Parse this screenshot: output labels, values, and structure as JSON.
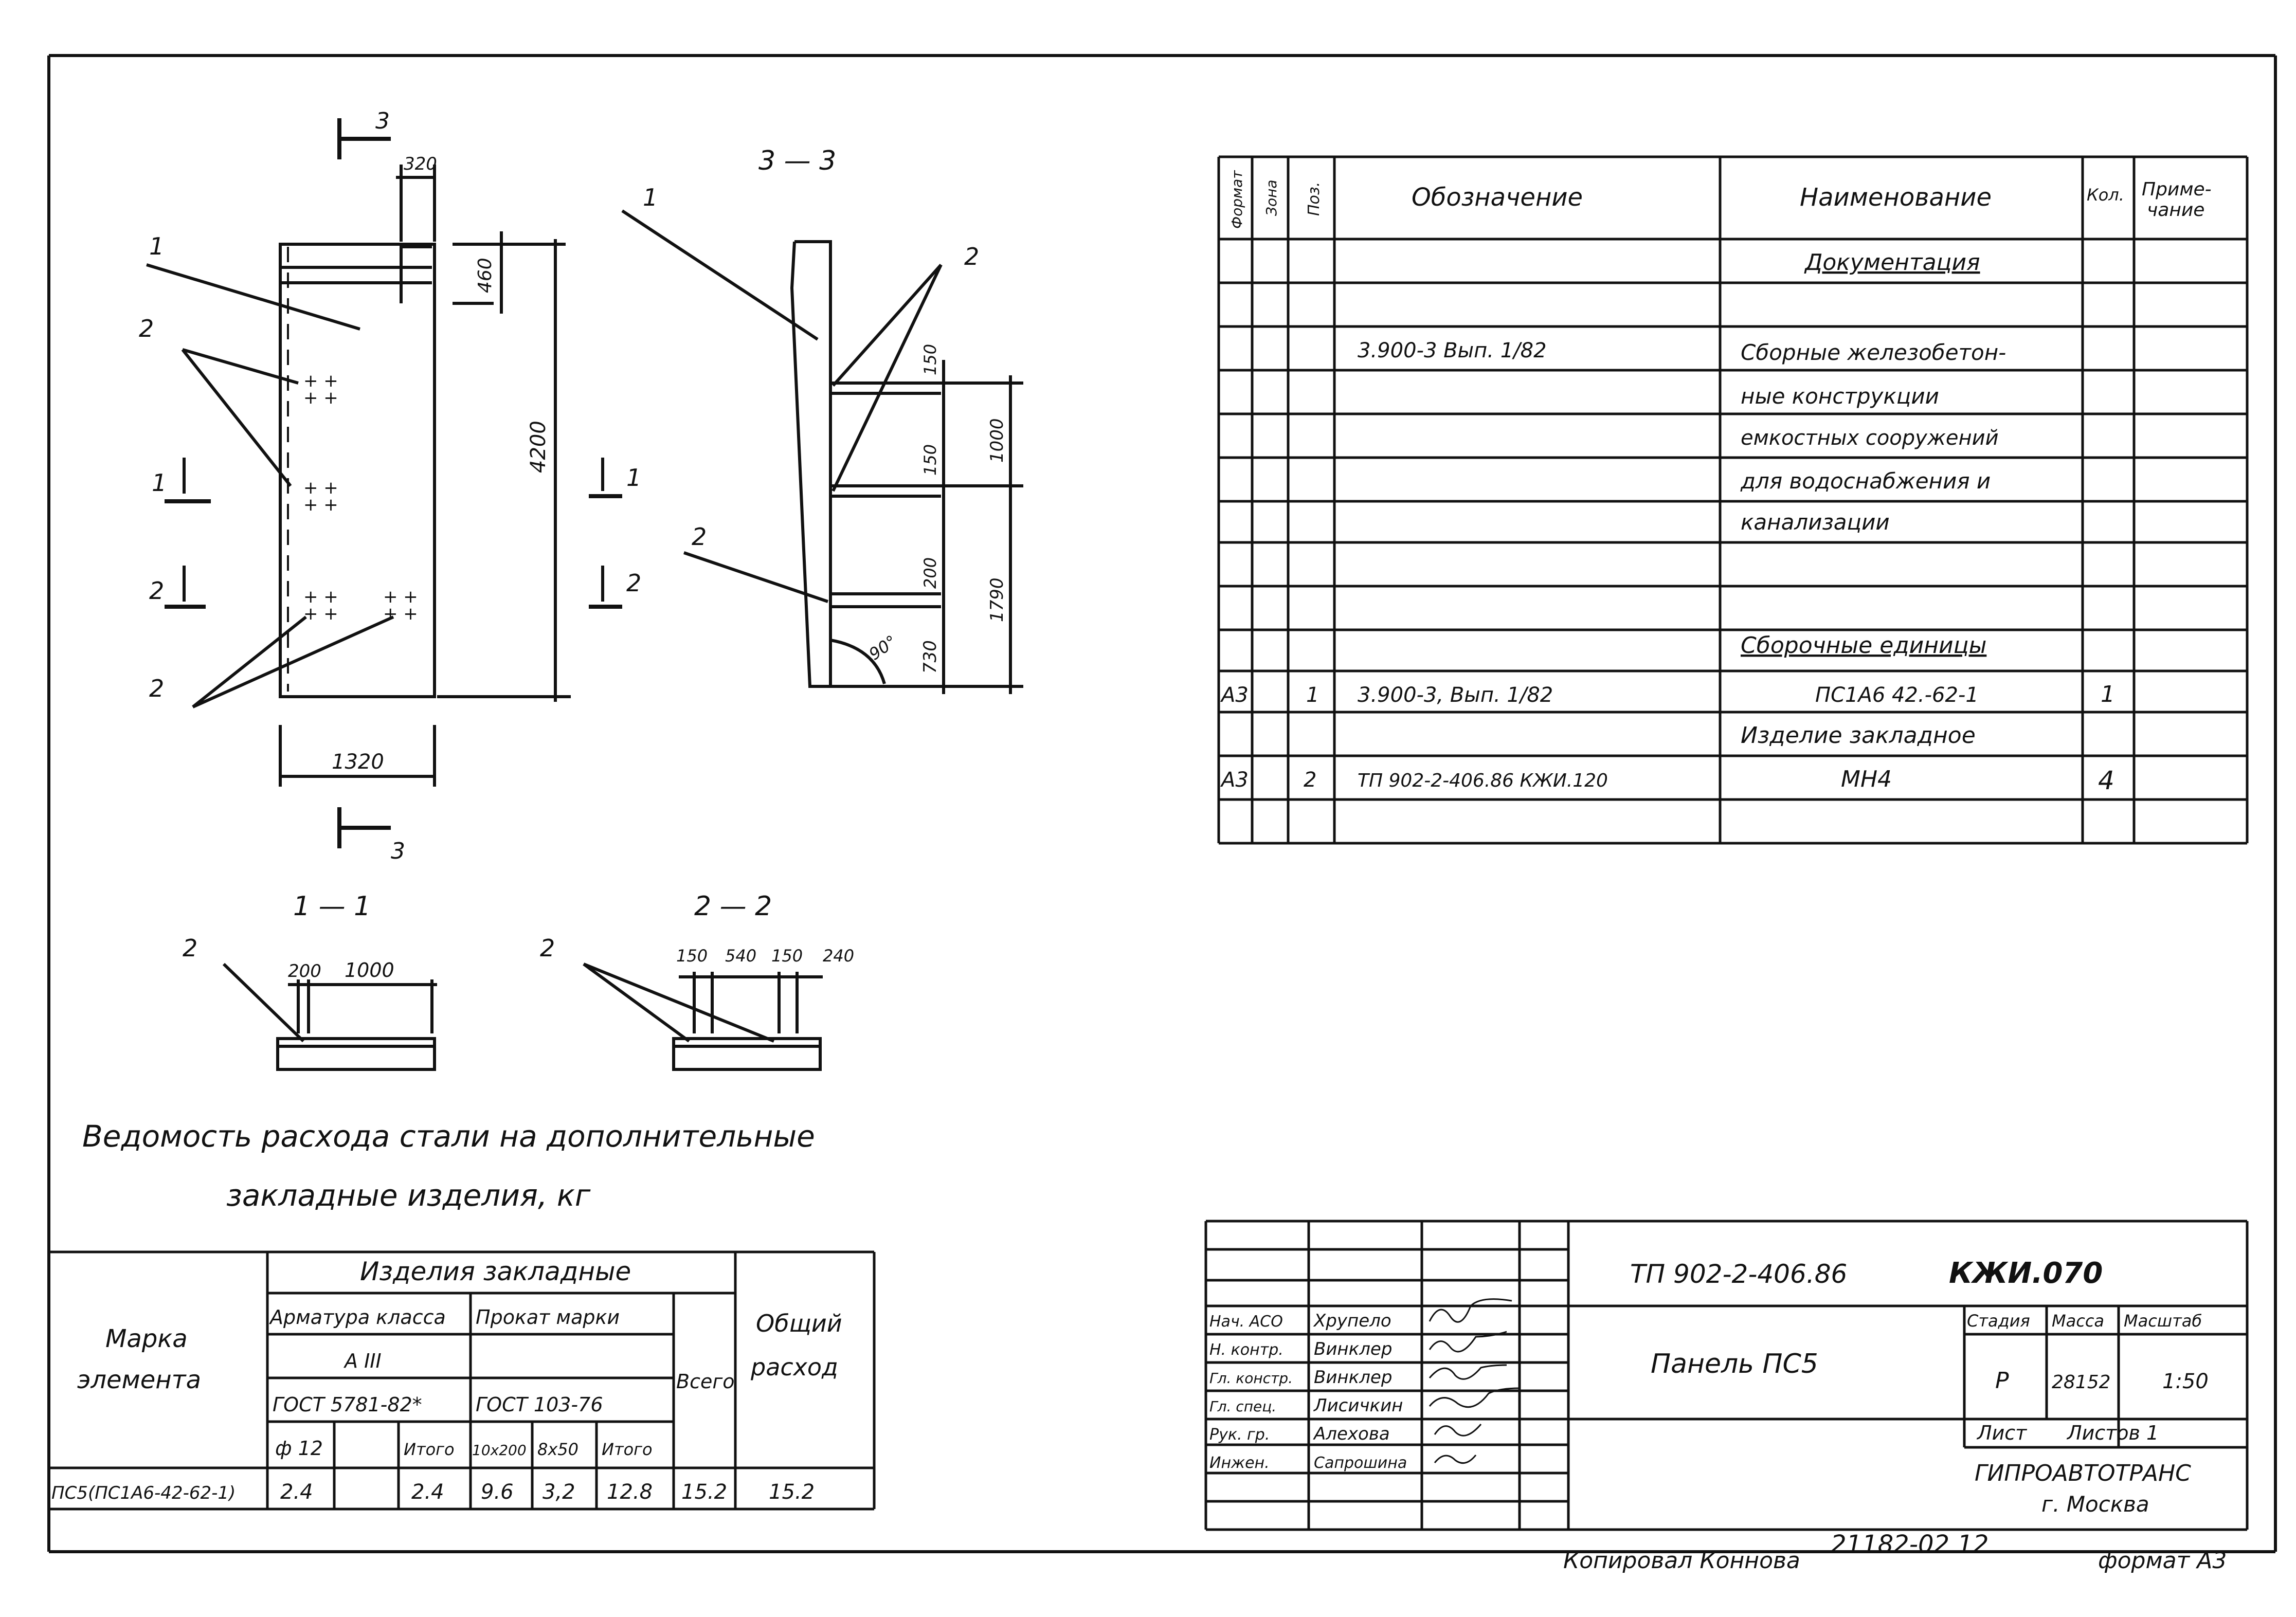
{
  "drawing": {
    "section_mark": "3",
    "section_3_title": "3 — 3",
    "section_1_title": "1 — 1",
    "section_2_title": "2 — 2",
    "dims_front": {
      "top_w": "320",
      "top_h": "460",
      "height": "4200",
      "width": "1320"
    },
    "dims_side": {
      "d1": "150",
      "d2": "150",
      "d3": "200",
      "d4": "1000",
      "d5": "730",
      "d6": "1790",
      "angle": "90°"
    },
    "dims_s1": {
      "a": "200",
      "b": "1000"
    },
    "dims_s2": {
      "a": "150",
      "b": "540",
      "c": "150",
      "d": "240"
    },
    "labels": {
      "p1": "1",
      "p2": "2",
      "cut1": "1",
      "cut2": "2"
    }
  },
  "spec": {
    "headers": {
      "format": "Формат",
      "zone": "Зона",
      "pos": "Поз.",
      "designation": "Обозначение",
      "name": "Наименование",
      "qty": "Кол.",
      "note": "Приме-\nчание"
    },
    "rows": [
      {
        "format": "",
        "zone": "",
        "pos": "",
        "designation": "",
        "name": "Документация",
        "qty": "",
        "note": ""
      },
      {
        "format": "",
        "zone": "",
        "pos": "",
        "designation": "",
        "name": "",
        "qty": "",
        "note": ""
      },
      {
        "format": "",
        "zone": "",
        "pos": "",
        "designation": "3.900-3 Вып. 1/82",
        "name": "Сборные железобетон-",
        "qty": "",
        "note": ""
      },
      {
        "format": "",
        "zone": "",
        "pos": "",
        "designation": "",
        "name": "ные конструкции",
        "qty": "",
        "note": ""
      },
      {
        "format": "",
        "zone": "",
        "pos": "",
        "designation": "",
        "name": "емкостных сооружений",
        "qty": "",
        "note": ""
      },
      {
        "format": "",
        "zone": "",
        "pos": "",
        "designation": "",
        "name": "для водоснабжения и",
        "qty": "",
        "note": ""
      },
      {
        "format": "",
        "zone": "",
        "pos": "",
        "designation": "",
        "name": "канализации",
        "qty": "",
        "note": ""
      },
      {
        "format": "",
        "zone": "",
        "pos": "",
        "designation": "",
        "name": "",
        "qty": "",
        "note": ""
      },
      {
        "format": "",
        "zone": "",
        "pos": "",
        "designation": "",
        "name": "",
        "qty": "",
        "note": ""
      },
      {
        "format": "",
        "zone": "",
        "pos": "",
        "designation": "",
        "name": "Сборочные единицы",
        "qty": "",
        "note": ""
      },
      {
        "format": "А3",
        "zone": "",
        "pos": "1",
        "designation": "3.900-3, Вып. 1/82",
        "name": "ПС1А6 42.-62-1",
        "qty": "1",
        "note": ""
      },
      {
        "format": "",
        "zone": "",
        "pos": "",
        "designation": "",
        "name": "Изделие закладное",
        "qty": "",
        "note": ""
      },
      {
        "format": "А3",
        "zone": "",
        "pos": "2",
        "designation": "ТП 902-2-406.86 КЖИ.120",
        "name": "МН4",
        "qty": "4",
        "note": ""
      },
      {
        "format": "",
        "zone": "",
        "pos": "",
        "designation": "",
        "name": "",
        "qty": "",
        "note": ""
      }
    ]
  },
  "steel": {
    "title_line1": "Ведомость расхода стали на дополнительные",
    "title_line2": "закладные изделия, кг",
    "h_mark": "Марка\nэлемента",
    "h_items": "Изделия закладные",
    "h_armature": "Арматура класса",
    "h_rolled": "Прокат марки",
    "h_class": "А III",
    "h_gost1": "ГОСТ 5781-82*",
    "h_gost2": "ГОСТ 103-76",
    "h_d12": "ф 12",
    "h_total1": "Итого",
    "h_strip1": "10х200",
    "h_strip2": "8х50",
    "h_total2": "Итого",
    "h_all": "Всего",
    "h_general": "Общий\nрасход",
    "row": {
      "mark": "ПС5(ПС1А6-42-62-1)",
      "d12": "2.4",
      "empty": "",
      "total1": "2.4",
      "s1": "9.6",
      "s2": "3,2",
      "total2": "12.8",
      "all": "15.2",
      "general": "15.2"
    }
  },
  "stamp": {
    "code": "ТП 902-2-406.86",
    "sheet_code": "КЖИ.070",
    "title": "Панель ПС5",
    "stage_h": "Стадия",
    "mass_h": "Масса",
    "scale_h": "Масштаб",
    "stage": "Р",
    "mass": "28152",
    "scale": "1:50",
    "sheet": "Лист",
    "sheets": "Листов 1",
    "org": "ГИПРОАВТОТРАНС",
    "city": "г. Москва",
    "people": [
      {
        "role": "Нач. АСО",
        "name": "Хрупело"
      },
      {
        "role": "Н. контр.",
        "name": "Винклер"
      },
      {
        "role": "Гл. констр.",
        "name": "Винклер"
      },
      {
        "role": "Гл. спец.",
        "name": "Лисичкин"
      },
      {
        "role": "Рук. гр.",
        "name": "Алехова"
      },
      {
        "role": "Инжен.",
        "name": "Сапрошина"
      }
    ]
  },
  "footer": {
    "copied": "Копировал Коннова",
    "order": "21182-02 12",
    "format": "формат А3"
  }
}
